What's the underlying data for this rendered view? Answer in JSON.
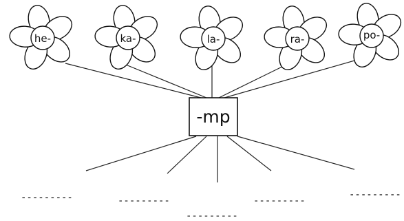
{
  "worksheet": {
    "center_label": "-mp",
    "flowers": [
      {
        "label": "he-"
      },
      {
        "label": "ka-"
      },
      {
        "label": "la-"
      },
      {
        "label": "ra-"
      },
      {
        "label": "po-"
      }
    ],
    "answer_blanks": [
      {
        "text": "---------"
      },
      {
        "text": "---------"
      },
      {
        "text": "---------"
      },
      {
        "text": "---------"
      },
      {
        "text": "---------"
      },
      {
        "text": "---------"
      }
    ]
  },
  "colors": {
    "line": "#222222",
    "background": "#ffffff"
  }
}
